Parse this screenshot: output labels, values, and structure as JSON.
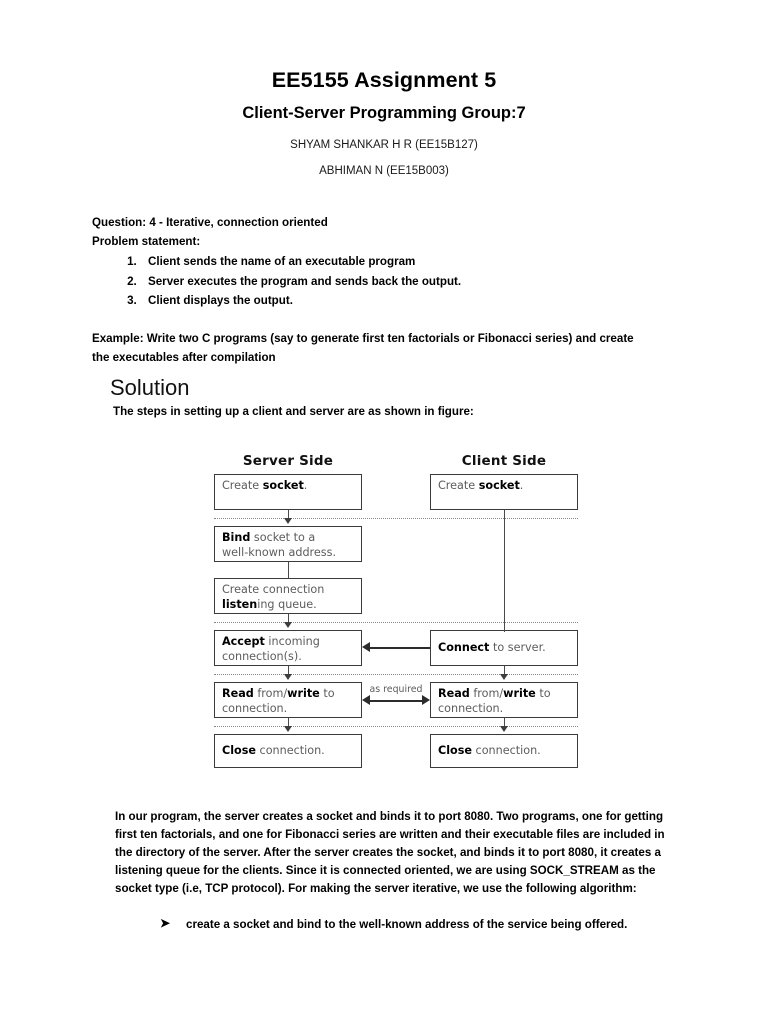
{
  "document": {
    "title": "EE5155 Assignment 5",
    "subtitle": "Client-Server Programming Group:7",
    "authors": [
      "SHYAM SHANKAR H R (EE15B127)",
      "ABHIMAN N (EE15B003)"
    ]
  },
  "question": {
    "heading": "Question: 4 - Iterative, connection oriented",
    "problem_label": "Problem statement:",
    "steps": [
      "Client sends the name of an executable program",
      "Server executes the program and sends back the output.",
      "Client displays the output."
    ],
    "example": "Example: Write two C programs (say to generate first ten factorials or Fibonacci series) and create the executables after compilation"
  },
  "solution": {
    "heading": "Solution",
    "intro": "The steps in setting up a client and server are as shown in figure:"
  },
  "figure": {
    "server_title": "Server Side",
    "client_title": "Client Side",
    "as_required_label": "as required",
    "server_steps": [
      {
        "bold": "",
        "lead": "Create ",
        "strong": "socket",
        "tail": "."
      },
      {
        "strong_first": "Bind",
        "tail": " socket to a well-known address."
      },
      {
        "lead": "Create connection ",
        "strong": "listen",
        "tail": "ing queue."
      },
      {
        "strong_first": "Accept",
        "tail": " incoming connection(s)."
      },
      {
        "strong_first": "Read",
        "mid": " from/",
        "strong2": "write",
        "tail": " to connection."
      },
      {
        "strong_first": "Close",
        "tail": " connection."
      }
    ],
    "client_steps": [
      {
        "lead": "Create ",
        "strong": "socket",
        "tail": "."
      },
      {
        "strong_first": "Connect",
        "tail": " to server."
      },
      {
        "strong_first": "Read",
        "mid": " from/",
        "strong2": "write",
        "tail": " to connection."
      },
      {
        "strong_first": "Close",
        "tail": " connection."
      }
    ],
    "labels": {
      "server_create_socket": "Create socket.",
      "server_bind": "Bind socket to a well-known address.",
      "server_listen": "Create connection listening queue.",
      "server_accept": "Accept incoming connection(s).",
      "server_readwrite": "Read from/write to connection.",
      "server_close": "Close connection.",
      "client_create_socket": "Create socket.",
      "client_connect": "Connect to server.",
      "client_readwrite": "Read from/write to connection.",
      "client_close": "Close connection."
    }
  },
  "closing": {
    "paragraph": "In our program, the server creates a socket and binds it to port 8080. Two programs, one for getting first ten factorials, and one for Fibonacci series are written and their executable files are included in the directory of the server. After the server creates the socket, and binds it to port 8080, it creates a listening queue for the clients. Since it is connected oriented, we are using SOCK_STREAM as the socket type (i.e, TCP protocol). For making the server iterative, we use the following algorithm:",
    "bullet_glyph": "➤",
    "algorithm_items": [
      "create a socket and bind to the well-known address of the service being offered."
    ]
  },
  "colors": {
    "page_background": "#ffffff",
    "text": "#000000",
    "figure_box_border": "#3b3b3b",
    "figure_muted_text": "#5c5c5c",
    "figure_dotted": "#8a8a8a"
  }
}
